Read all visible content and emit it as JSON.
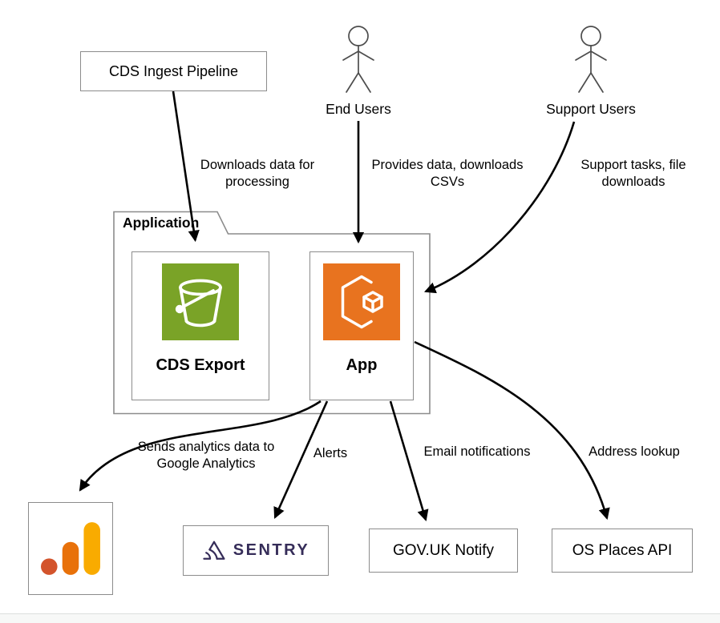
{
  "colors": {
    "box_border": "#8c8c8c",
    "arrow": "#000000",
    "s3_green": "#7aa327",
    "ecs_orange": "#e8731f",
    "ga_yellow": "#f9ab00",
    "ga_orange": "#e8710a",
    "ga_red_orange": "#d3542c",
    "sentry_purple": "#362d59"
  },
  "nodes": {
    "cdsIngest": {
      "label": "CDS Ingest Pipeline"
    },
    "endUsers": {
      "label": "End Users",
      "icon": "person-icon"
    },
    "supportUsers": {
      "label": "Support Users",
      "icon": "person-icon"
    },
    "boundary": {
      "label": "Application"
    },
    "cdsExport": {
      "label": "CDS Export",
      "icon": "s3-bucket-icon"
    },
    "app": {
      "label": "App",
      "icon": "ecs-icon"
    },
    "googleAnalytics": {
      "icon": "google-analytics-icon"
    },
    "sentry": {
      "label": "SENTRY",
      "icon": "sentry-icon"
    },
    "govukNotify": {
      "label": "GOV.UK Notify"
    },
    "osPlaces": {
      "label": "OS Places API"
    }
  },
  "edges": [
    {
      "from": "CDS Ingest Pipeline",
      "to": "CDS Export",
      "label": "Downloads data for processing"
    },
    {
      "from": "End Users",
      "to": "App",
      "label": "Provides data, downloads CSVs"
    },
    {
      "from": "Support Users",
      "to": "App",
      "label": "Support tasks, file downloads"
    },
    {
      "from": "App",
      "to": "Google Analytics",
      "label": "Sends analytics data to Google Analytics"
    },
    {
      "from": "App",
      "to": "Sentry",
      "label": "Alerts"
    },
    {
      "from": "App",
      "to": "GOV.UK Notify",
      "label": "Email notifications"
    },
    {
      "from": "App",
      "to": "OS Places API",
      "label": "Address lookup"
    }
  ]
}
